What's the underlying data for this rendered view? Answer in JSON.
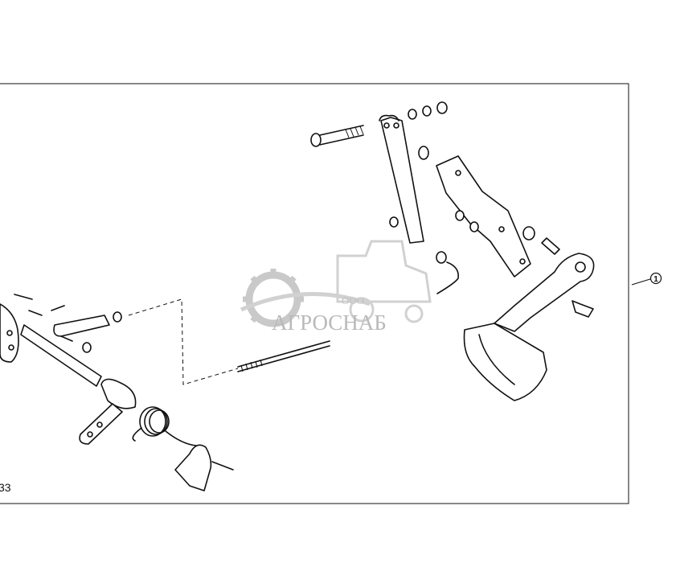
{
  "diagram": {
    "figure_number": "33",
    "callout": "1"
  },
  "watermark": {
    "prefix": "ООО",
    "brand": "АГРОСНАБ"
  }
}
